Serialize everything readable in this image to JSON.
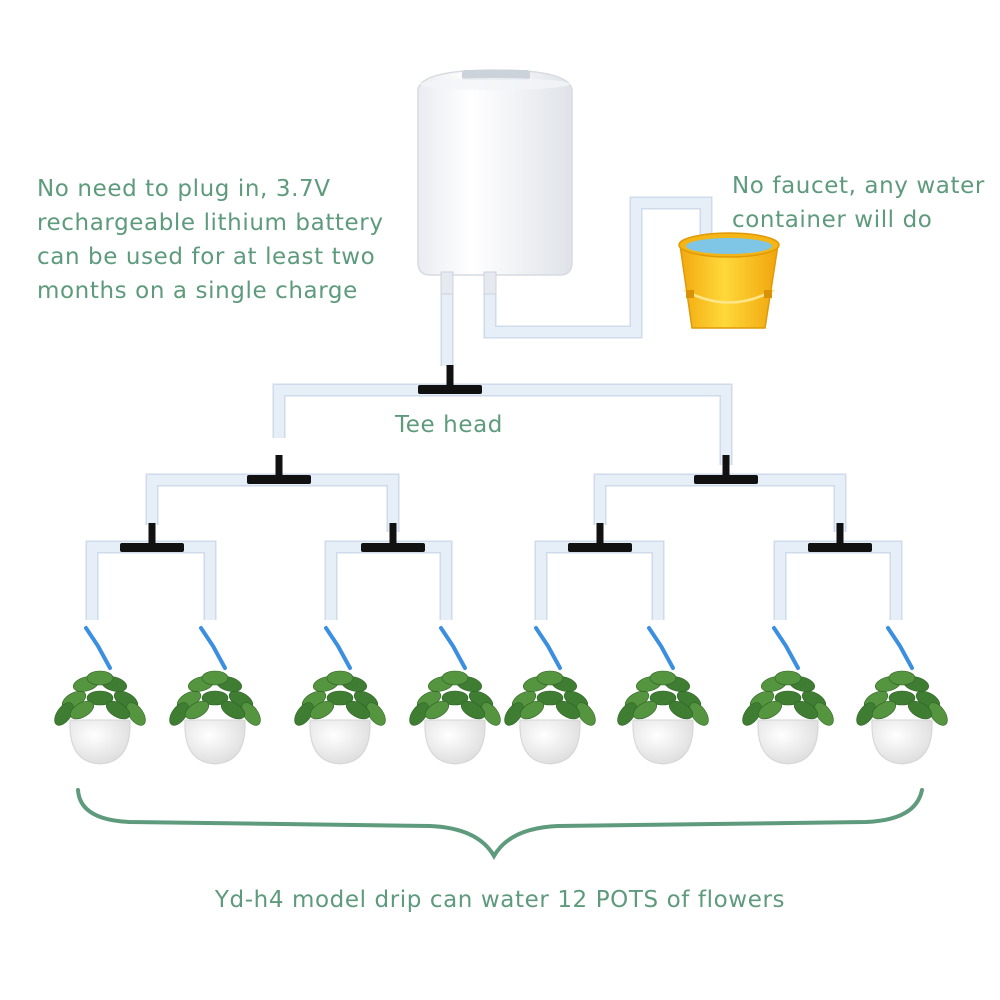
{
  "annotations": {
    "battery_note": "No need to plug in, 3.7V rechargeable lithium battery can be used for at least two months on a single charge",
    "water_note": "No faucet, any water container will do",
    "tee_head": "Tee head",
    "summary": "Yd-h4 model drip can water 12 POTS of flowers"
  },
  "colors": {
    "label_text": "#5e9a7c",
    "tube": "#e6eef8",
    "tube_edge": "#cfdbea",
    "tee_connector": "#111111",
    "dripper": "#3b8fe0",
    "bucket": "#f7c21b",
    "water": "#7fc6e6",
    "leaf": "#3f7d33",
    "pot": "#f2f2f2",
    "brace": "#5e9a7c"
  },
  "icons": [
    "pump-icon",
    "bucket-icon",
    "tee-connector-icon",
    "dripper-icon",
    "plant-pot-icon",
    "brace-icon"
  ]
}
